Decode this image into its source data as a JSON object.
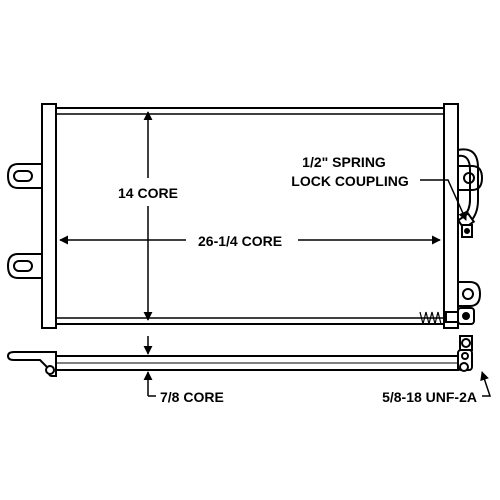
{
  "colors": {
    "line": "#000000",
    "background": "#ffffff"
  },
  "dimensions": {
    "height_label": "14 CORE",
    "width_label": "26-1/4 CORE",
    "depth_label": "7/8 CORE"
  },
  "callouts": {
    "coupling_line1": "1/2\" SPRING",
    "coupling_line2": "LOCK COUPLING",
    "thread_label": "5/8-18 UNF-2A"
  }
}
